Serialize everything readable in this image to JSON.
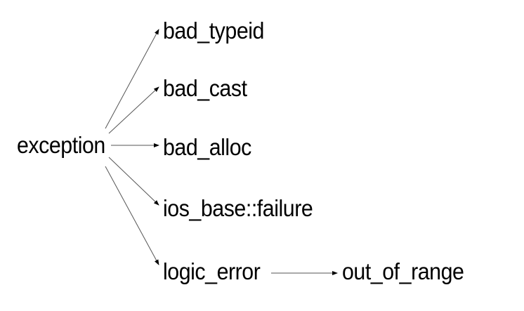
{
  "diagram": {
    "nodes": {
      "root": "exception",
      "bad_typeid": "bad_typeid",
      "bad_cast": "bad_cast",
      "bad_alloc": "bad_alloc",
      "ios_failure": "ios_base::failure",
      "logic_error": "logic_error",
      "out_of_range": "out_of_range"
    },
    "edges": [
      {
        "from": "exception",
        "to": "bad_typeid"
      },
      {
        "from": "exception",
        "to": "bad_cast"
      },
      {
        "from": "exception",
        "to": "bad_alloc"
      },
      {
        "from": "exception",
        "to": "ios_base::failure"
      },
      {
        "from": "exception",
        "to": "logic_error"
      },
      {
        "from": "logic_error",
        "to": "out_of_range"
      }
    ]
  }
}
